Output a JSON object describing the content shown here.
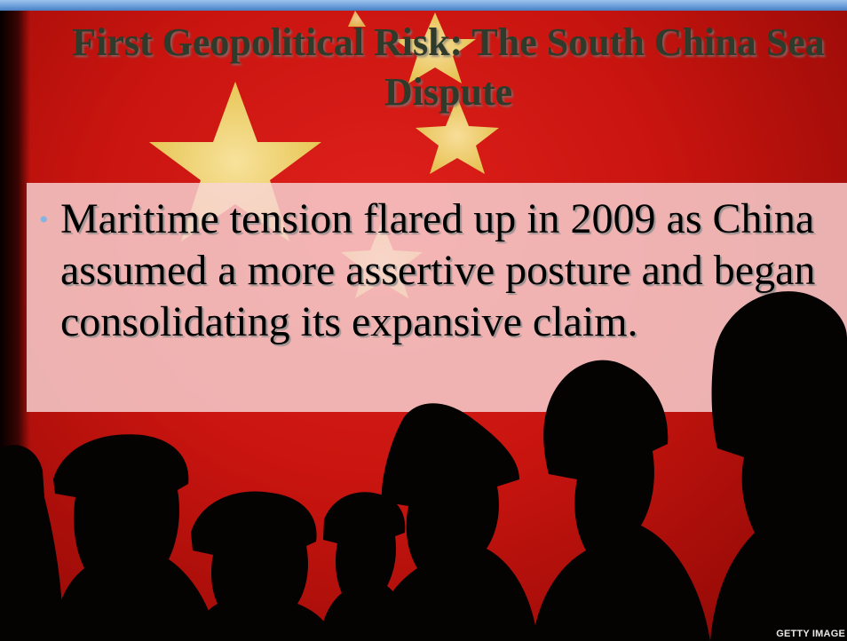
{
  "slide": {
    "title": "First Geopolitical Risk: The South China Sea Dispute",
    "bullets": [
      "Maritime tension flared up in 2009 as China assumed a more assertive posture and began consolidating its expansive claim."
    ],
    "bullet_marker": "•",
    "photo_credit": "GETTY IMAGE"
  },
  "colors": {
    "flag_red": "#d41a14",
    "star_yellow": "#f5e66a",
    "accent_blue": "#5f95d3",
    "title_text": "#2f3a2a",
    "panel_tint": "#f8d6d6"
  },
  "icons": [
    "star-icon",
    "bullet-dot-icon"
  ]
}
